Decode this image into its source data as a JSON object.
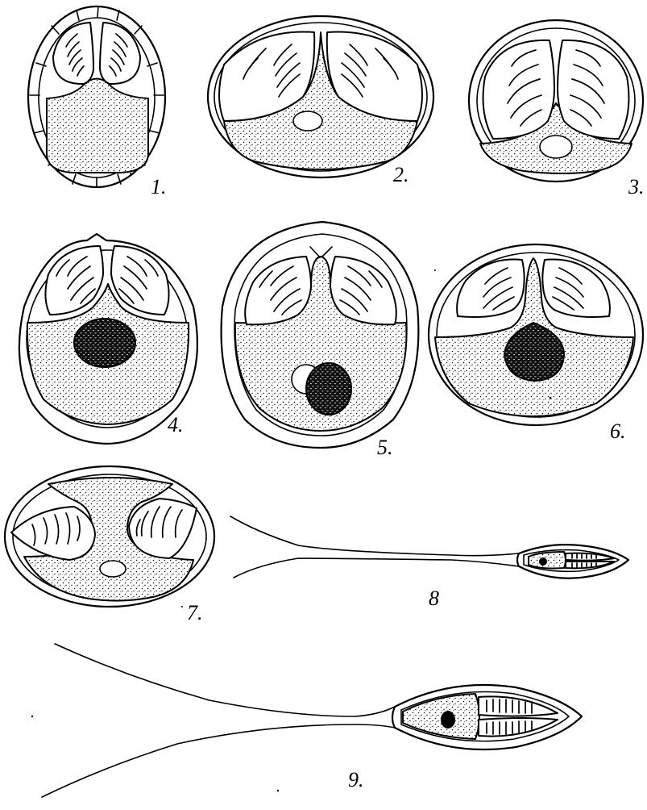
{
  "plate": {
    "figures": [
      {
        "id": "1",
        "label": "1."
      },
      {
        "id": "2",
        "label": "2."
      },
      {
        "id": "3",
        "label": "3."
      },
      {
        "id": "4",
        "label": "4."
      },
      {
        "id": "5",
        "label": "5."
      },
      {
        "id": "6",
        "label": "6."
      },
      {
        "id": "7",
        "label": "7."
      },
      {
        "id": "8",
        "label": "8"
      },
      {
        "id": "9",
        "label": "9."
      }
    ]
  },
  "colors": {
    "ink": "#000000",
    "paper": "#ffffff"
  }
}
